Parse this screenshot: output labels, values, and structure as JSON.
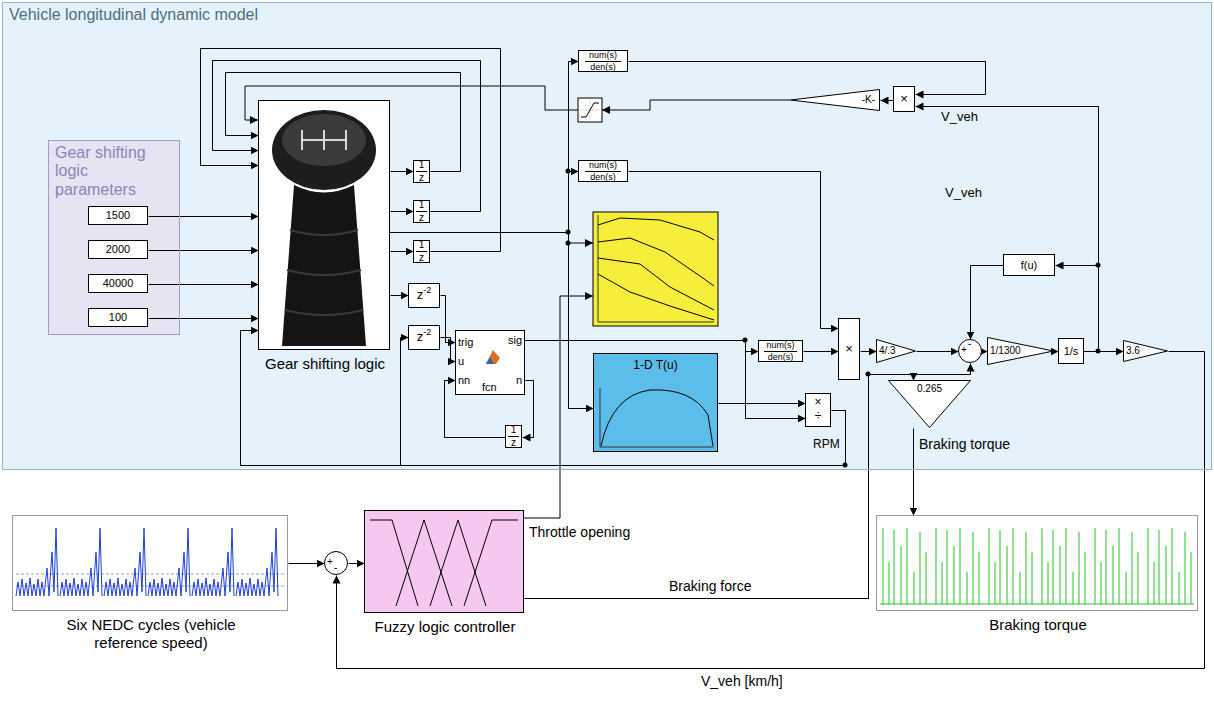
{
  "diagram": {
    "nodes": [
      {
        "text": [
          "Vehicle longitudinal dynamic model"
        ]
      },
      {
        "text": [
          "Gear shifting logic parameters"
        ],
        "in": 0
      },
      {
        "text": [
          "1500"
        ],
        "in": 1
      },
      {
        "text": [
          "2000"
        ],
        "in": 1
      },
      {
        "text": [
          "40000"
        ],
        "in": 1
      },
      {
        "text": [
          "100"
        ],
        "in": 1
      },
      {
        "text": [
          "Gear shifting logic"
        ],
        "in": 0
      },
      {
        "text": [
          "1",
          "z"
        ],
        "in": 0
      },
      {
        "text": [
          "1",
          "z"
        ],
        "in": 0
      },
      {
        "text": [
          "1",
          "z"
        ],
        "in": 0
      },
      {
        "text": [
          "z",
          "-2"
        ],
        "in": 0
      },
      {
        "text": [
          "z",
          "-2"
        ],
        "in": 0
      },
      {
        "text": [
          "trig",
          "u",
          "nn",
          "fcn",
          "sig",
          "n"
        ],
        "in": 0
      },
      {
        "text": [
          "1",
          "z"
        ],
        "in": 0
      },
      {
        "text": [
          "num(s)",
          "den(s)"
        ],
        "in": 0
      },
      {
        "text": [
          "num(s)",
          "den(s)"
        ],
        "in": 0
      },
      {
        "text": [
          "num(s)",
          "den(s)"
        ],
        "in": 0
      },
      {
        "text": [
          "-K-"
        ],
        "in": 0
      },
      {
        "text": [
          "×"
        ],
        "in": 0
      },
      {
        "text": [
          "1-D T(u)"
        ],
        "in": 0
      },
      {
        "text": [
          "×",
          "÷"
        ],
        "in": 0
      },
      {
        "text": [
          "4/.3"
        ],
        "in": 0
      },
      {
        "text": [
          "f(u)"
        ],
        "in": 0
      },
      {
        "text": [
          "+",
          "-"
        ],
        "in": 0
      },
      {
        "text": [
          "1/1300"
        ],
        "in": 0
      },
      {
        "text": [
          "1/s"
        ],
        "in": 0
      },
      {
        "text": [
          "3.6"
        ],
        "in": 0
      },
      {
        "text": [
          "0.265"
        ],
        "in": 0
      },
      {
        "text": [
          "×"
        ],
        "in": 0
      },
      {
        "text": [
          "Braking torque"
        ]
      },
      {
        "text": [
          "Six NEDC cycles (vehicle reference speed)"
        ]
      },
      {
        "text": [
          "+",
          "-"
        ]
      },
      {
        "text": [
          "Fuzzy logic controller"
        ]
      }
    ],
    "edges": [
      {
        "from": 2,
        "to": 6,
        "arrow": "to"
      },
      {
        "from": 3,
        "to": 6,
        "arrow": "to"
      },
      {
        "from": 4,
        "to": 6,
        "arrow": "to"
      },
      {
        "from": 5,
        "to": 6,
        "arrow": "to"
      },
      {
        "from": 6,
        "to": 7,
        "arrow": "to"
      },
      {
        "from": 6,
        "to": 8,
        "arrow": "to"
      },
      {
        "from": 6,
        "to": 9,
        "arrow": "to"
      },
      {
        "from": 7,
        "to": 6,
        "arrow": "to"
      },
      {
        "from": 8,
        "to": 6,
        "arrow": "to"
      },
      {
        "from": 9,
        "to": 6,
        "arrow": "to"
      },
      {
        "from": 6,
        "to": 14,
        "arrow": "to"
      },
      {
        "from": 6,
        "to": 15,
        "arrow": "to"
      },
      {
        "from": 6,
        "to": 19,
        "arrow": "to"
      },
      {
        "from": 6,
        "to": 10,
        "arrow": "to"
      },
      {
        "from": 10,
        "to": 12,
        "arrow": "to"
      },
      {
        "from": 11,
        "to": 12,
        "arrow": "to"
      },
      {
        "from": 12,
        "to": 13,
        "arrow": "to"
      },
      {
        "from": 13,
        "to": 12,
        "arrow": "to"
      },
      {
        "from": 12,
        "to": 16,
        "arrow": "to"
      },
      {
        "from": 12,
        "to": 20,
        "arrow": "to"
      },
      {
        "from": 19,
        "to": 20,
        "arrow": "to"
      },
      {
        "from": 20,
        "to": 6,
        "arrow": "to"
      },
      {
        "from": 20,
        "to": 11,
        "arrow": "to"
      },
      {
        "from": 14,
        "to": 18,
        "arrow": "to"
      },
      {
        "from": 25,
        "to": 18,
        "arrow": "to"
      },
      {
        "from": 18,
        "to": 17,
        "arrow": "to"
      },
      {
        "from": 15,
        "to": 28,
        "arrow": "to"
      },
      {
        "from": 16,
        "to": 28,
        "arrow": "to"
      },
      {
        "from": 28,
        "to": 21,
        "arrow": "to"
      },
      {
        "from": 21,
        "to": 23,
        "arrow": "to"
      },
      {
        "from": 23,
        "to": 24,
        "arrow": "to"
      },
      {
        "from": 24,
        "to": 25,
        "arrow": "to"
      },
      {
        "from": 25,
        "to": 26,
        "arrow": "to"
      },
      {
        "from": 25,
        "to": 22,
        "arrow": "to"
      },
      {
        "from": 22,
        "to": 23,
        "arrow": "to"
      },
      {
        "from": 32,
        "to": 23,
        "label": "Braking force",
        "arrow": "to"
      },
      {
        "from": 32,
        "to": 27,
        "arrow": "to"
      },
      {
        "from": 27,
        "to": 29,
        "label": "Braking torque",
        "arrow": "to"
      },
      {
        "from": 30,
        "to": 31,
        "arrow": "to"
      },
      {
        "from": 31,
        "to": 32,
        "arrow": "to"
      },
      {
        "from": 26,
        "to": 31,
        "label": "V_veh [km/h]",
        "arrow": "to"
      }
    ],
    "labels": [
      "V_veh",
      "V_veh",
      "RPM",
      "Throttle opening"
    ]
  }
}
